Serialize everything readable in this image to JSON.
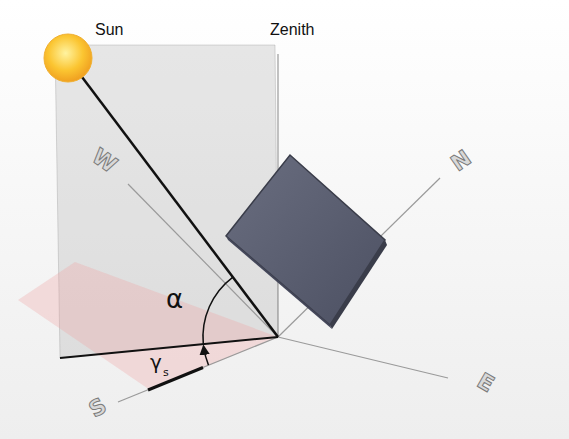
{
  "diagram": {
    "labels": [
      "Sun",
      "Zenith",
      "W",
      "N",
      "S",
      "E",
      "α",
      "γ",
      "s"
    ]
  }
}
